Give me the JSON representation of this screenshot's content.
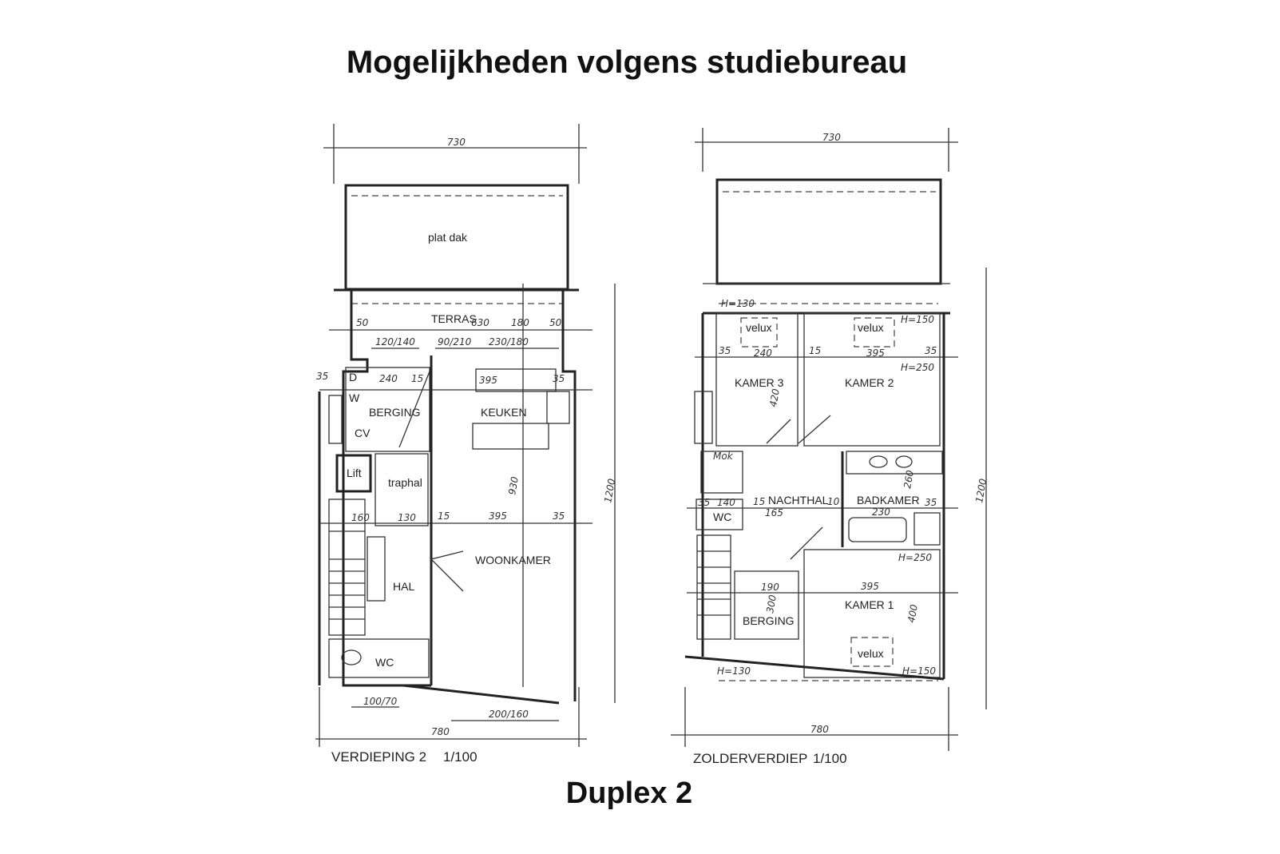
{
  "title": "Mogelijkheden volgens studiebureau",
  "subtitle": "Duplex 2",
  "plans": [
    {
      "caption": "VERDIEPING 2",
      "scale": "1/100",
      "rooms": {
        "plat_dak": "plat dak",
        "terras": "TERRAS",
        "berging": "BERGING",
        "keuken": "KEUKEN",
        "lift": "Lift",
        "traphal": "traphal",
        "woonkamer": "WOONKAMER",
        "hal": "HAL",
        "wc": "WC",
        "d": "D",
        "w": "W",
        "cv": "CV"
      },
      "dimensions": {
        "top_width": "730",
        "bottom_width": "780",
        "height": "1200",
        "terras_width": "630",
        "terras_depth": "180",
        "left_margin": "50",
        "right_margin": "50",
        "opening1": "120/140",
        "opening2": "90/210",
        "opening3": "230/180",
        "side35": "35",
        "berging_w": "240",
        "wall15": "15",
        "kitchen_395": "395",
        "kitchen_35": "35",
        "room_depth": "930",
        "stair_160": "160",
        "hal_130": "130",
        "living_15": "15",
        "living_395": "395",
        "living_35": "35",
        "window1": "100/70",
        "window2": "200/160"
      }
    },
    {
      "caption": "ZOLDERVERDIEP",
      "scale": "1/100",
      "rooms": {
        "kamer3": "KAMER 3",
        "kamer2": "KAMER 2",
        "velux_a": "velux",
        "velux_b": "velux",
        "velux_c": "velux",
        "nachthal": "NACHTHAL",
        "badkamer": "BADKAMER",
        "wc": "WC",
        "berging": "BERGING",
        "kamer1": "KAMER 1",
        "mok": "Mok"
      },
      "dimensions": {
        "top_width": "730",
        "bottom_width": "780",
        "height": "1200",
        "h130_top": "H=130",
        "h150_top": "H=150",
        "h250_top": "H=250",
        "h250_mid": "H=250",
        "h130_bot": "H=130",
        "h150_bot": "H=150",
        "k3_35": "35",
        "k3_240": "240",
        "k2_15": "15",
        "k2_395": "395",
        "k2_35": "35",
        "k3_depth": "420",
        "wc_35": "35",
        "wc_140": "140",
        "nh_15": "15",
        "nh_165": "165",
        "nh_10": "10",
        "bad_230": "230",
        "bad_35": "35",
        "bad_260": "260",
        "k1_395": "395",
        "k1_400": "400",
        "b_190": "190",
        "b_300": "300"
      }
    }
  ]
}
